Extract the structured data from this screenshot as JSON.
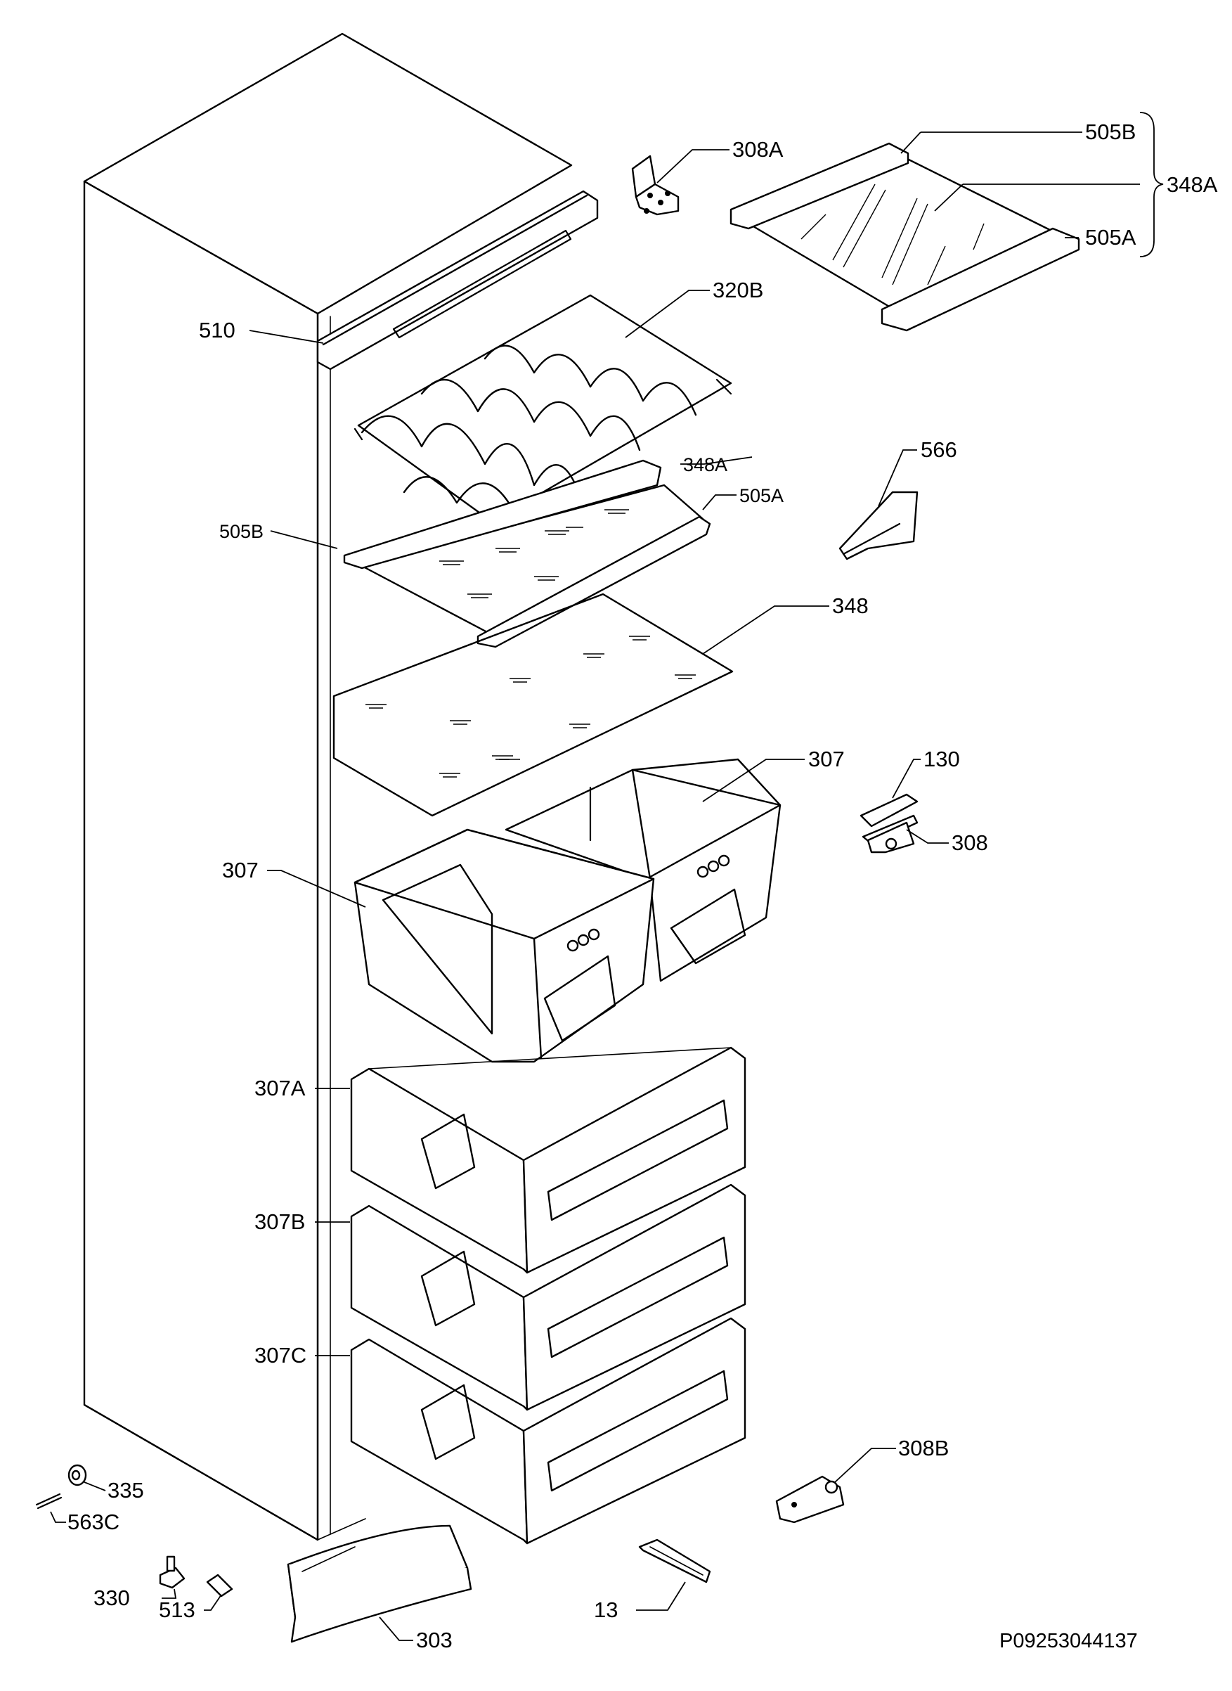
{
  "labels": {
    "p308A_top": "308A",
    "p505B_top": "505B",
    "p348A_brace": "348A",
    "p505A_top": "505A",
    "p320B": "320B",
    "p510": "510",
    "p348A_mid": "348A",
    "p505A_mid": "505A",
    "p505B_mid": "505B",
    "p566": "566",
    "p348": "348",
    "p307_right": "307",
    "p307_left": "307",
    "p130": "130",
    "p308": "308",
    "p307A": "307A",
    "p307B": "307B",
    "p307C": "307C",
    "p308B": "308B",
    "p335": "335",
    "p563C": "563C",
    "p330": "330",
    "p513": "513",
    "p13": "13",
    "p303": "303"
  },
  "footer": {
    "drawing_code": "P09253044137"
  }
}
